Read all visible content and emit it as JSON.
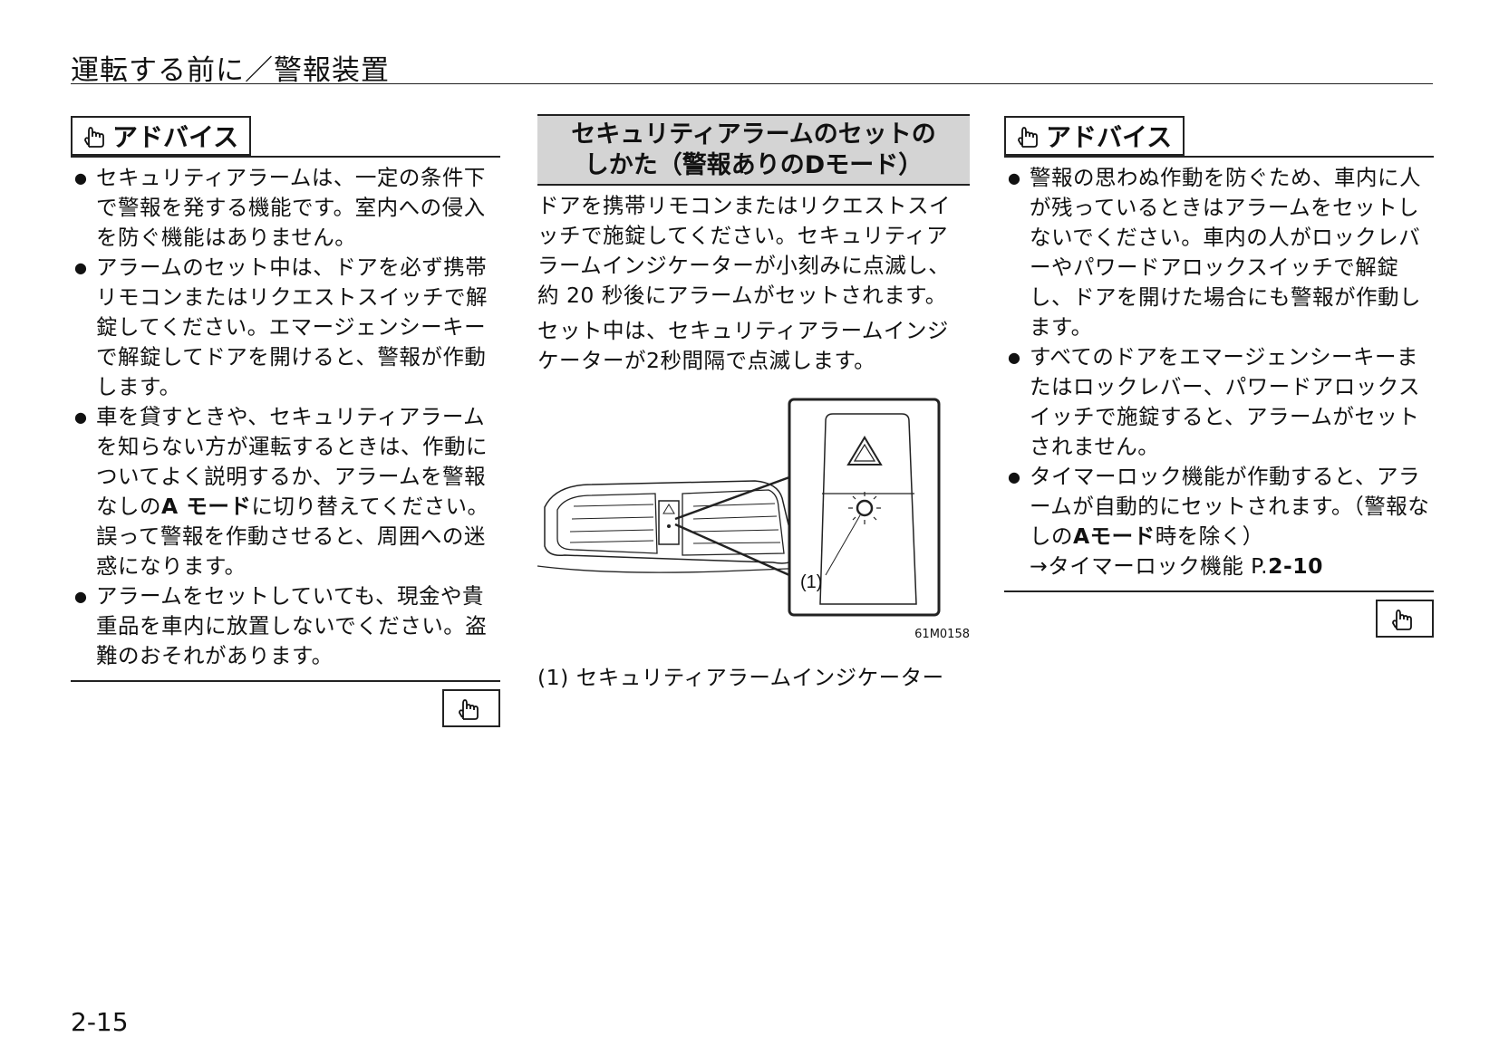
{
  "header": {
    "title": "運転する前に／警報装置"
  },
  "left_advice": {
    "label": "アドバイス",
    "items": [
      {
        "text": "セキュリティアラームは、一定の条件下で警報を発する機能です。室内への侵入を防ぐ機能はありません。"
      },
      {
        "text": "アラームのセット中は、ドアを必ず携帯リモコンまたはリクエストスイッチで解錠してください。エマージェンシーキーで解錠してドアを開けると、警報が作動します。"
      },
      {
        "before": "車を貸すときや、セキュリティアラームを知らない方が運転するときは、作動についてよく説明するか、アラームを警報なしの",
        "mode": "A モード",
        "after": "に切り替えてください。誤って警報を作動させると、周囲への迷惑になります。"
      },
      {
        "text": "アラームをセットしていても、現金や貴重品を車内に放置しないでください。盗難のおそれがあります。"
      }
    ]
  },
  "section": {
    "title_line1": "セキュリティアラームのセットの",
    "title_line2": "しかた（警報ありのDモード）",
    "para1": "ドアを携帯リモコンまたはリクエストスイッチで施錠してください。セキュリティアラームインジケーターが小刻みに点滅し、約 20 秒後にアラームがセットされます。",
    "para2": "セット中は、セキュリティアラームインジケーターが2秒間隔で点滅します。",
    "figure": {
      "callout": "(1)",
      "code": "61M0158"
    },
    "caption": "(1) セキュリティアラームインジケーター"
  },
  "right_advice": {
    "label": "アドバイス",
    "item1": "警報の思わぬ作動を防ぐため、車内に人が残っているときはアラームをセットしないでください。車内の人がロックレバーやパワードアロックスイッチで解錠し、ドアを開けた場合にも警報が作動します。",
    "item2": "すべてのドアをエマージェンシーキーまたはロックレバー、パワードアロックスイッチで施錠すると、アラームがセットされません。",
    "item3_before": "タイマーロック機能が作動すると、アラームが自動的にセットされます。（警報なしの",
    "item3_mode": "Aモード",
    "item3_after": "時を除く）",
    "ref_text": "→タイマーロック機能 P.",
    "ref_page": "2-10"
  },
  "page_number": "2-15"
}
